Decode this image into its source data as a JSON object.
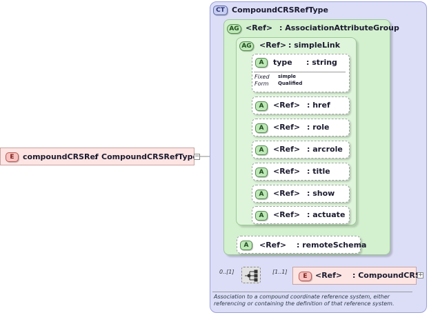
{
  "root_element": {
    "badge": "E",
    "name": "compoundCRSRef",
    "separator": ":",
    "type": "CompoundCRSRefType",
    "expander": "−"
  },
  "complex_type": {
    "badge": "CT",
    "name": "CompoundCRSRefType"
  },
  "association_group": {
    "badge": "AG",
    "ref": "<Ref>",
    "name": ": AssociationAttributeGroup"
  },
  "simple_link": {
    "badge": "AG",
    "ref": "<Ref>",
    "name": ": simpleLink",
    "type_attribute": {
      "badge": "A",
      "name": "type",
      "type": ": string",
      "fixed_label": "Fixed",
      "fixed_value": "simple",
      "form_label": "Form",
      "form_value": "Qualified"
    },
    "attributes": [
      {
        "badge": "A",
        "ref": "<Ref>",
        "name": ": href"
      },
      {
        "badge": "A",
        "ref": "<Ref>",
        "name": ": role"
      },
      {
        "badge": "A",
        "ref": "<Ref>",
        "name": ": arcrole"
      },
      {
        "badge": "A",
        "ref": "<Ref>",
        "name": ": title"
      },
      {
        "badge": "A",
        "ref": "<Ref>",
        "name": ": show"
      },
      {
        "badge": "A",
        "ref": "<Ref>",
        "name": ": actuate"
      }
    ]
  },
  "remote_schema": {
    "badge": "A",
    "ref": "<Ref>",
    "name": ": remoteSchema"
  },
  "sequence": {
    "multiplicity": "0..[1]",
    "child_multiplicity": "[1..1]",
    "child": {
      "badge": "E",
      "ref": "<Ref>",
      "name": ": CompoundCRS",
      "expander": "+"
    }
  },
  "documentation": {
    "line1": "Association to a compound coordinate reference system, either",
    "line2": "referencing or containing the definition of that reference system."
  }
}
